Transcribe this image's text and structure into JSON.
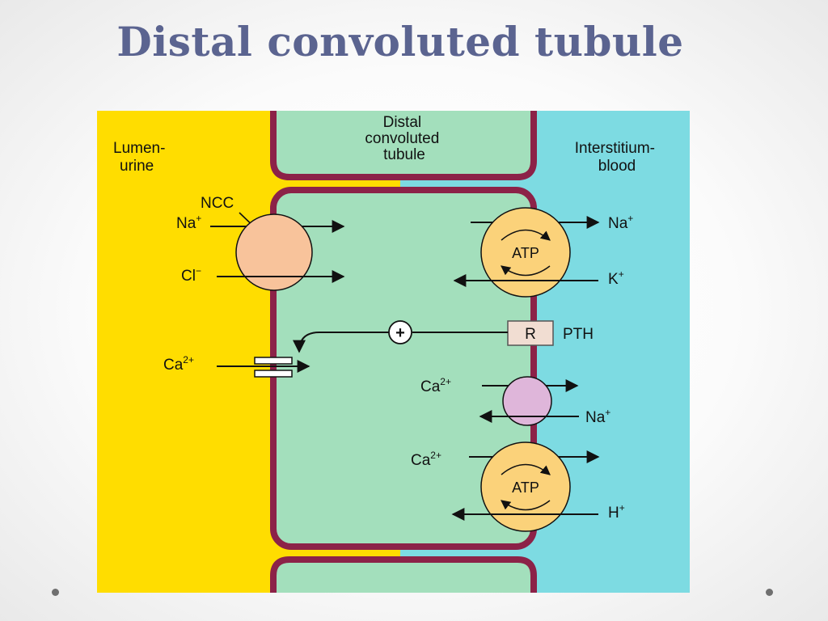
{
  "slide": {
    "title": "Distal convoluted tubule"
  },
  "regions": {
    "lumen": [
      "Lumen-",
      "urine"
    ],
    "tubule": [
      "Distal",
      "convoluted",
      "tubule"
    ],
    "interstitium": [
      "Interstitium-",
      "blood"
    ]
  },
  "transport": {
    "ncc_label": "NCC",
    "na_apical": {
      "base": "Na",
      "sup": "+"
    },
    "cl_apical": {
      "base": "Cl",
      "sup": "−"
    },
    "na_basolateral": {
      "base": "Na",
      "sup": "+"
    },
    "k_basolateral": {
      "base": "K",
      "sup": "+"
    },
    "atp_label_1": "ATP",
    "atp_label_2": "ATP",
    "plus_sign": "+",
    "receptor": "R",
    "pth": "PTH",
    "ca_channel": {
      "base": "Ca",
      "sup": "2+"
    },
    "ca_exchanger": {
      "base": "Ca",
      "sup": "2+"
    },
    "na_exchanger": {
      "base": "Na",
      "sup": "+"
    },
    "ca_pump": {
      "base": "Ca",
      "sup": "2+"
    },
    "h_pump": {
      "base": "H",
      "sup": "+"
    }
  },
  "colors": {
    "title": "#5b6490",
    "lumen": "#ffdd00",
    "tubule": "#a3dfbc",
    "interstitium": "#7ddbe2",
    "membrane": "#8c2248",
    "ncc": "#f8c39b",
    "atpase": "#fbd27a",
    "exchanger": "#dfb6da"
  },
  "icons": {
    "slide_dots": "bullet-dot"
  }
}
